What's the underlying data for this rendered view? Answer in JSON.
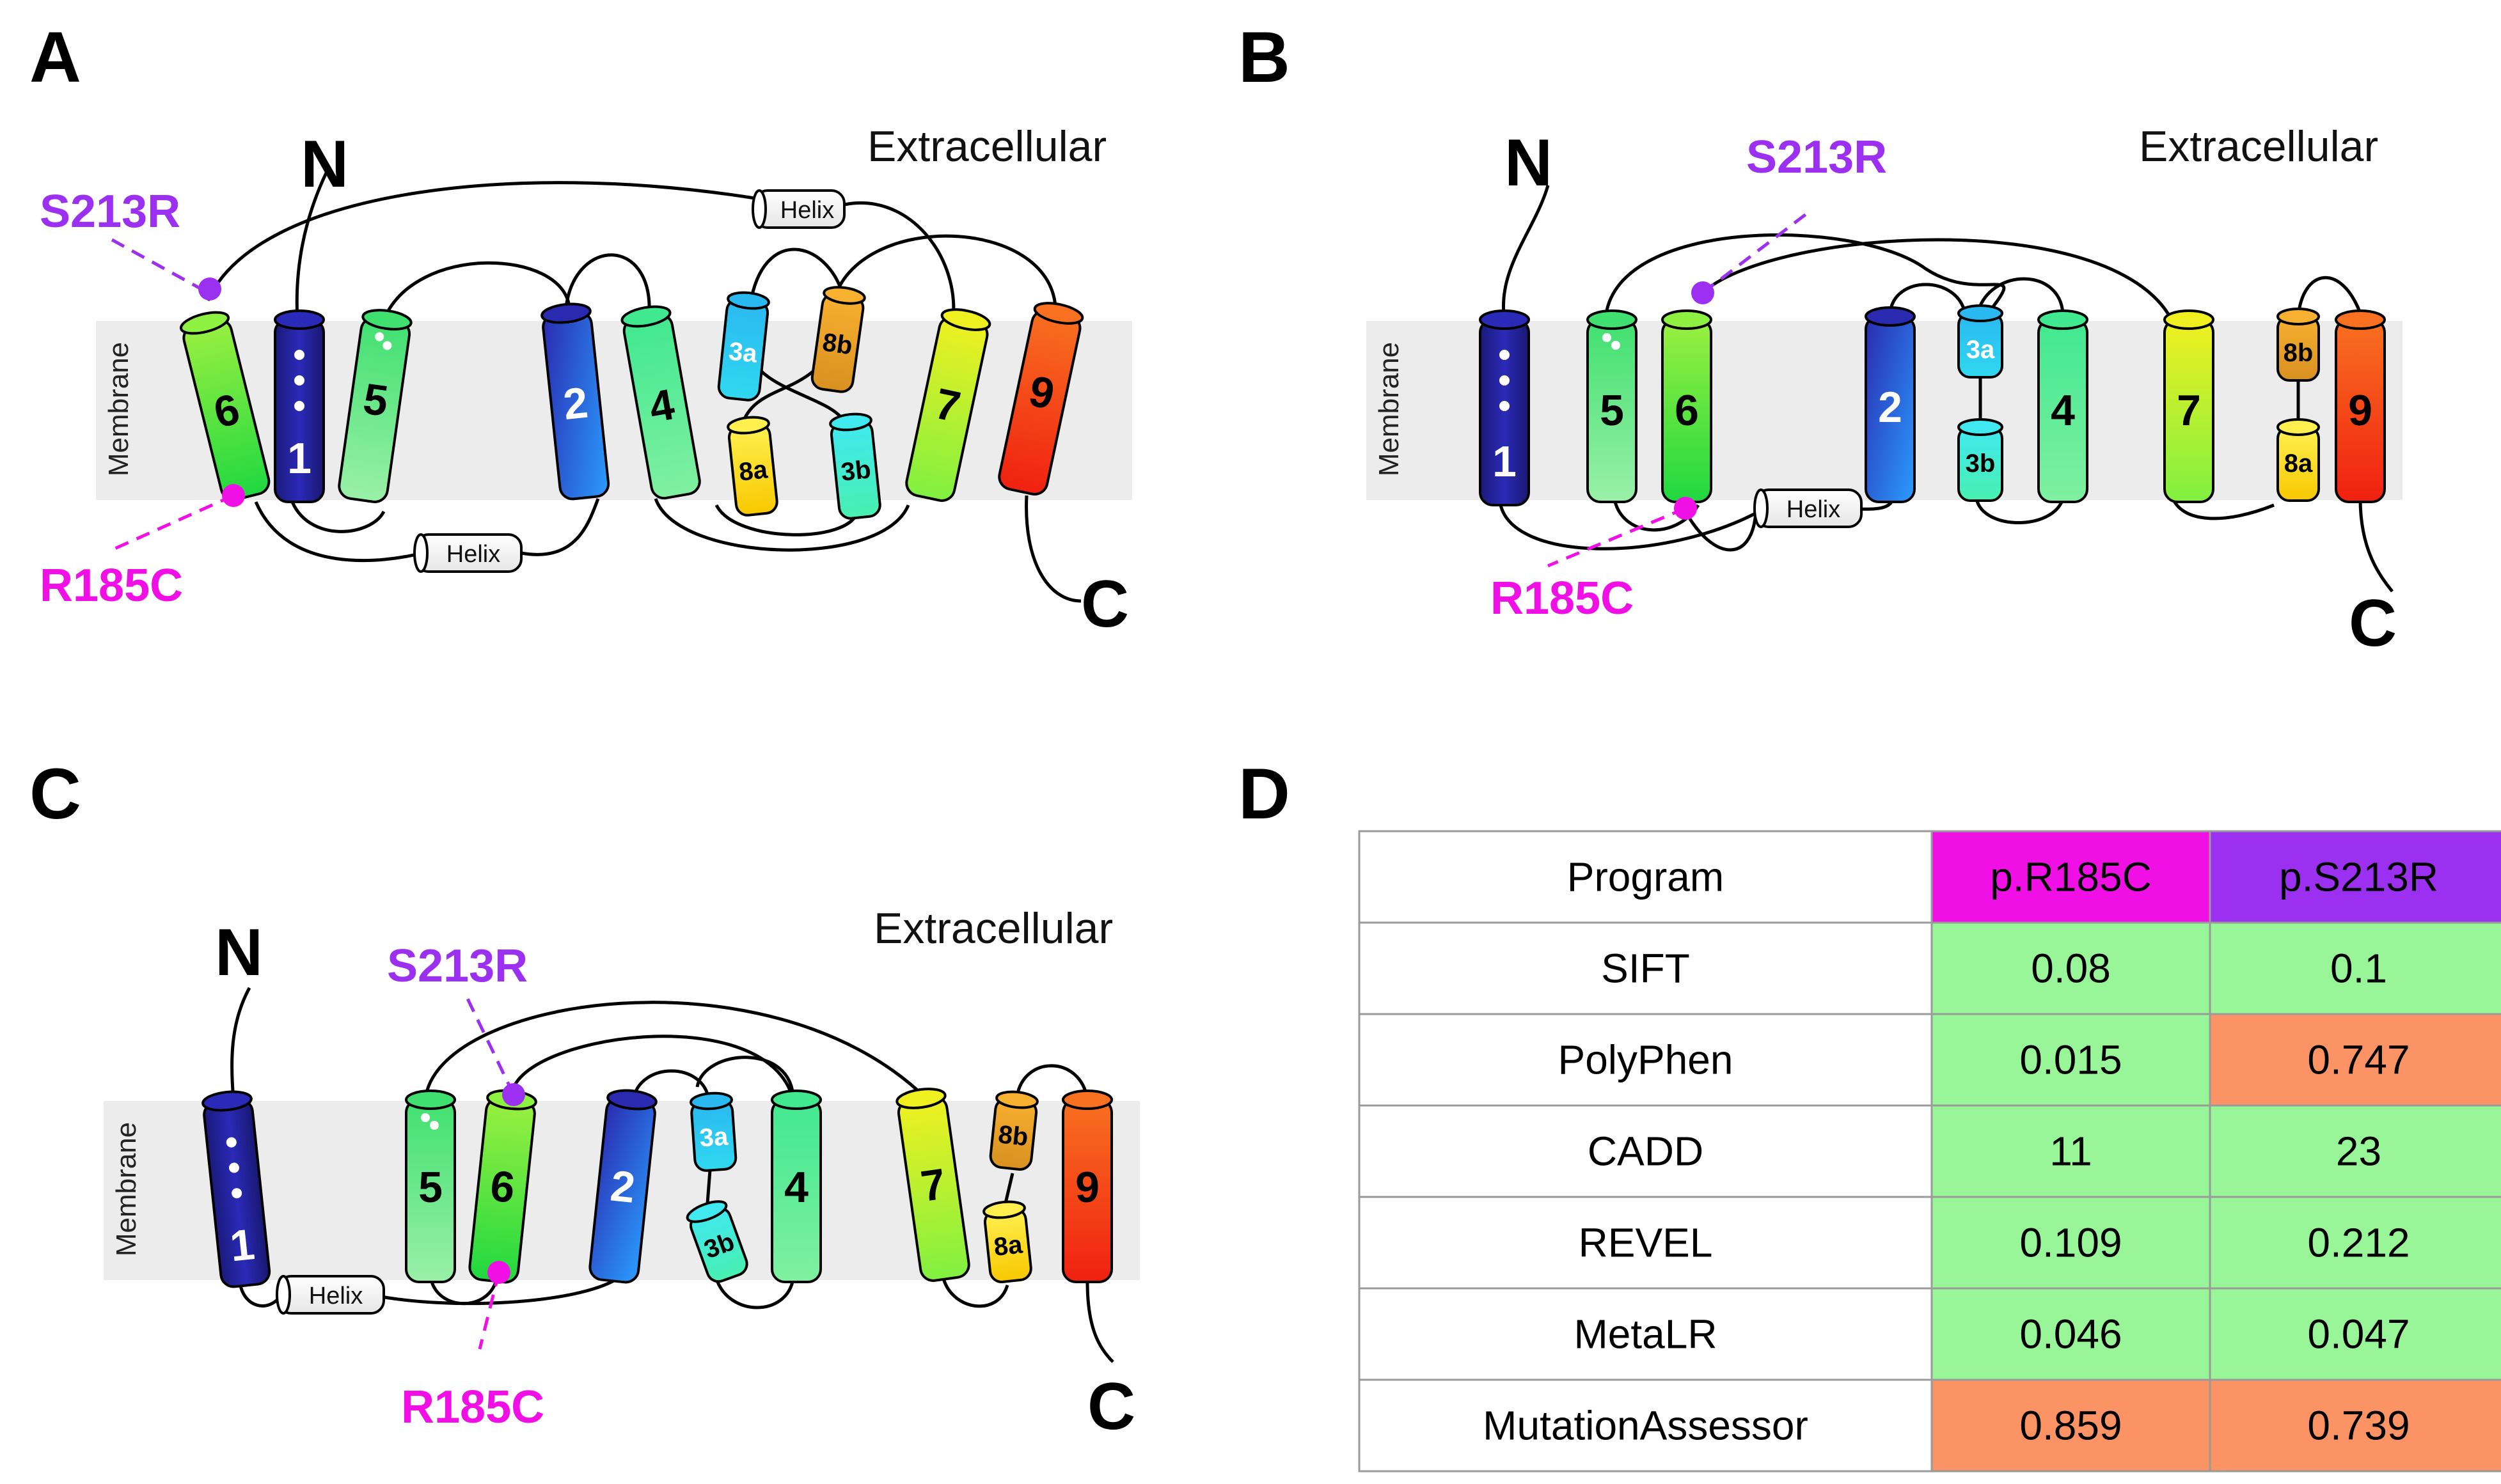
{
  "colors": {
    "s213r": "#9B30F0",
    "r185c": "#F010E6",
    "benign": "#98F598",
    "damaging": "#FB9364",
    "membrane": "#ECECEC"
  },
  "panels": [
    {
      "letter": "A",
      "region": "Extracellular",
      "membrane": "Membrane",
      "n": "N",
      "c": "C",
      "mut1": "S213R",
      "mut2": "R185C",
      "helix": "Helix",
      "helices": [
        "6",
        "1",
        "5",
        "2",
        "4",
        "3a",
        "8a",
        "8b",
        "3b",
        "7",
        "9"
      ]
    },
    {
      "letter": "B",
      "region": "Extracellular",
      "membrane": "Membrane",
      "n": "N",
      "c": "C",
      "mut1": "S213R",
      "mut2": "R185C",
      "helix": "Helix",
      "helices": [
        "1",
        "5",
        "6",
        "2",
        "3a",
        "3b",
        "4",
        "7",
        "8b",
        "8a",
        "9"
      ]
    },
    {
      "letter": "C",
      "region": "Extracellular",
      "membrane": "Membrane",
      "n": "N",
      "c": "C",
      "mut1": "S213R",
      "mut2": "R185C",
      "helix": "Helix",
      "helices": [
        "1",
        "5",
        "6",
        "2",
        "3a",
        "3b",
        "4",
        "7",
        "8b",
        "8a",
        "9"
      ]
    }
  ],
  "table": {
    "letter": "D",
    "headers": [
      "Program",
      "p.R185C",
      "p.S213R"
    ],
    "rows": [
      {
        "program": "SIFT",
        "r185c": "0.08",
        "s213r": "0.1",
        "r185c_class": "benign",
        "s213r_class": "benign"
      },
      {
        "program": "PolyPhen",
        "r185c": "0.015",
        "s213r": "0.747",
        "r185c_class": "benign",
        "s213r_class": "damaging"
      },
      {
        "program": "CADD",
        "r185c": "11",
        "s213r": "23",
        "r185c_class": "benign",
        "s213r_class": "benign"
      },
      {
        "program": "REVEL",
        "r185c": "0.109",
        "s213r": "0.212",
        "r185c_class": "benign",
        "s213r_class": "benign"
      },
      {
        "program": "MetaLR",
        "r185c": "0.046",
        "s213r": "0.047",
        "r185c_class": "benign",
        "s213r_class": "benign"
      },
      {
        "program": "MutationAssessor",
        "r185c": "0.859",
        "s213r": "0.739",
        "r185c_class": "damaging",
        "s213r_class": "damaging"
      }
    ]
  }
}
